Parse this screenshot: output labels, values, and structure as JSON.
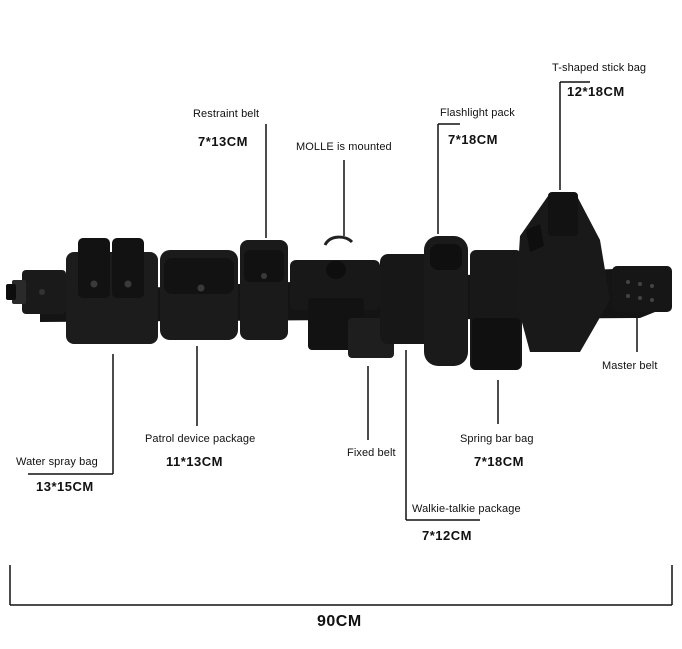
{
  "callouts": {
    "tshaped": {
      "label": "T-shaped stick bag",
      "size": "12*18CM"
    },
    "restraint": {
      "label": "Restraint belt",
      "size": "7*13CM"
    },
    "flashlight": {
      "label": "Flashlight pack",
      "size": "7*18CM"
    },
    "molle": {
      "label": "MOLLE is mounted"
    },
    "master": {
      "label": "Master belt"
    },
    "water": {
      "label": "Water spray bag",
      "size": "13*15CM"
    },
    "patrol": {
      "label": "Patrol device package",
      "size": "11*13CM"
    },
    "fixed": {
      "label": "Fixed belt"
    },
    "spring": {
      "label": "Spring bar bag",
      "size": "7*18CM"
    },
    "walkie": {
      "label": "Walkie-talkie package",
      "size": "7*12CM"
    }
  },
  "total_length": "90CM",
  "colors": {
    "belt": "#141414",
    "pouch": "#1b1b1b",
    "line": "#111111",
    "background": "#ffffff"
  }
}
